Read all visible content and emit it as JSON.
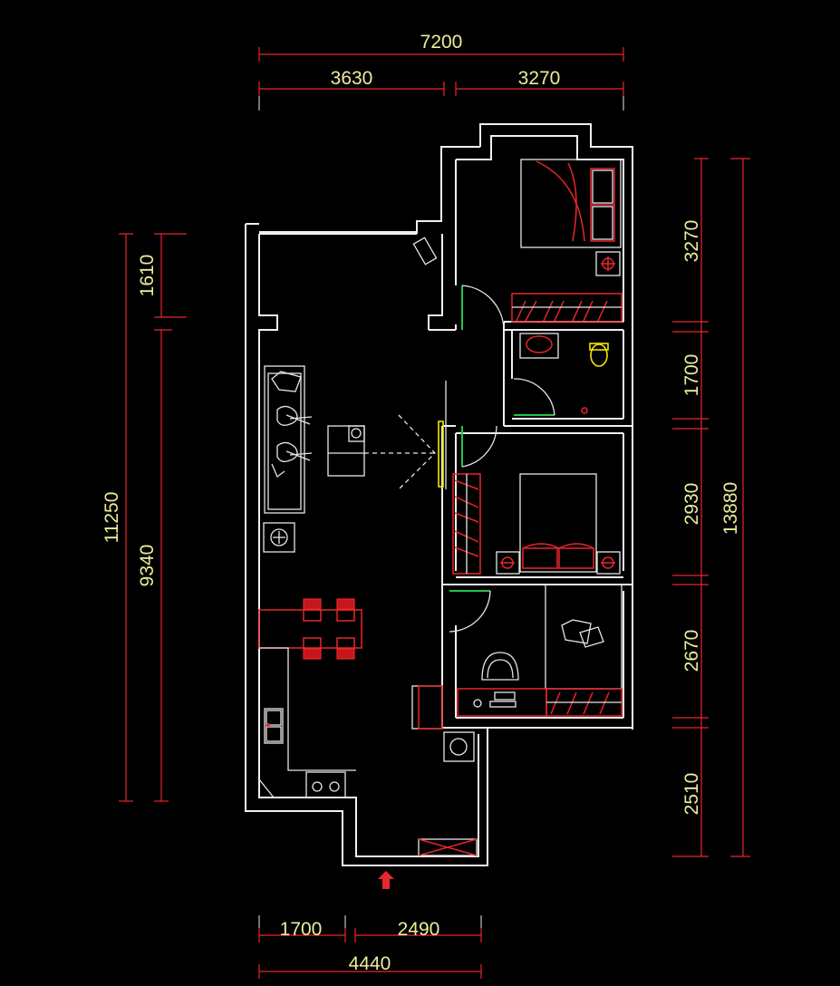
{
  "plan": {
    "colors": {
      "background": "#000000",
      "wall": "#f0f0f0",
      "dimension_line": "#e8262c",
      "dimension_text": "#ecec9c",
      "furniture_red": "#e8262c",
      "door_swing": "#27c24c",
      "fixture_yellow": "#f2e600"
    },
    "dimensions": {
      "top": {
        "overall": "7200",
        "segments": [
          "3630",
          "3270"
        ]
      },
      "bottom": {
        "segments": [
          "1700",
          "2490"
        ],
        "overall": "4440"
      },
      "left": {
        "overall": "11250",
        "segments": [
          "1610",
          "9340"
        ]
      },
      "right": {
        "overall": "13880",
        "segments": [
          "3270",
          "1700",
          "2930",
          "2670",
          "2510"
        ]
      }
    },
    "entrance_icon": "entrance-arrow-icon"
  }
}
